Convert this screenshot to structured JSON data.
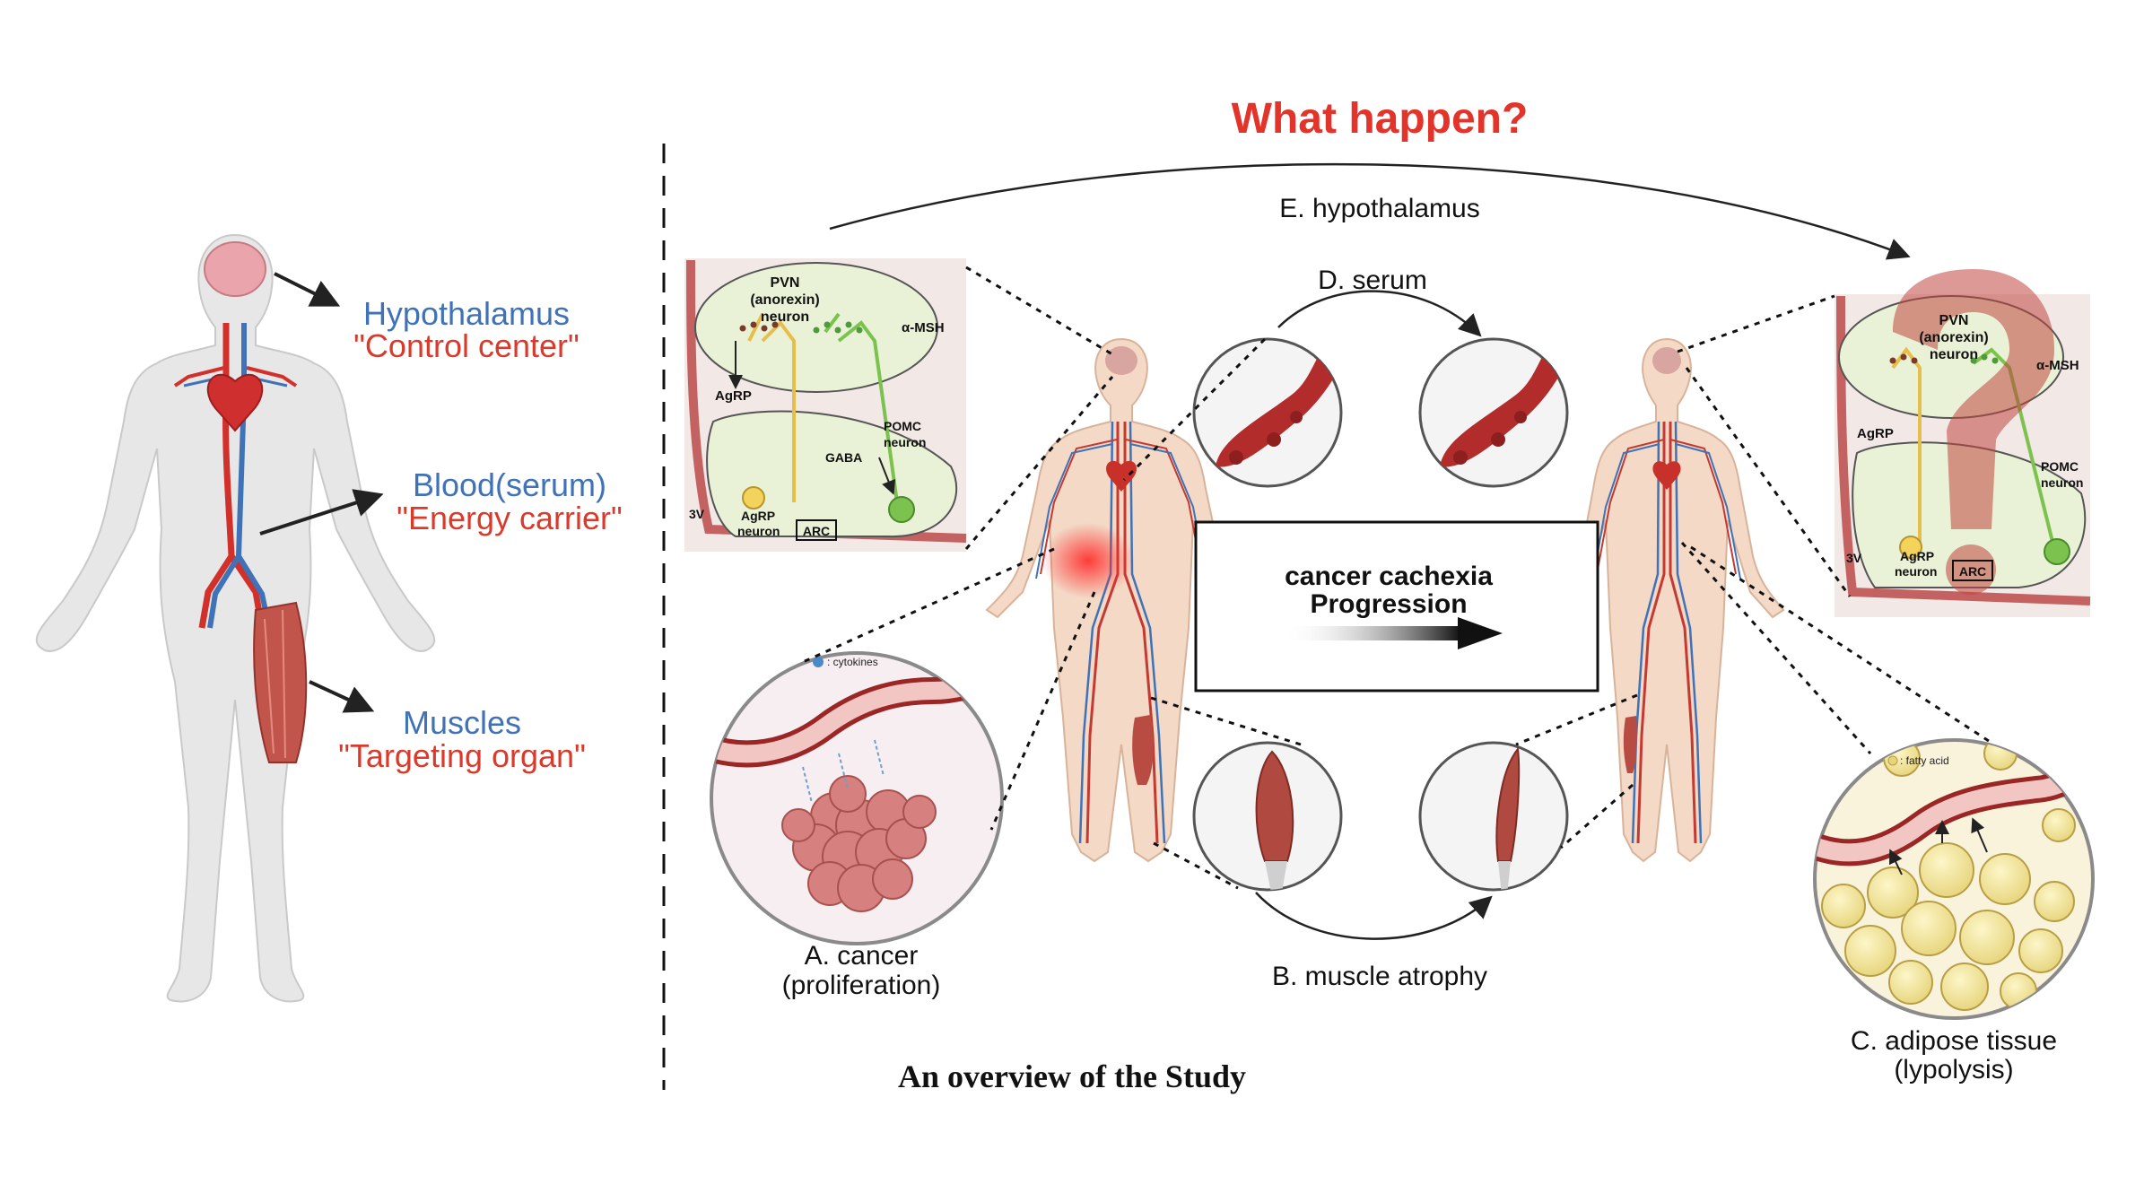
{
  "left_panel": {
    "hypothalamus": {
      "name": "Hypothalamus",
      "role": "\"Control center\""
    },
    "blood": {
      "name": "Blood(serum)",
      "role": "\"Energy carrier\""
    },
    "muscles": {
      "name": "Muscles",
      "role": "\"Targeting organ\""
    }
  },
  "right_panel": {
    "question": "What happen?",
    "hypothalamus_label": "E. hypothalamus",
    "serum_label": "D. serum",
    "progression": {
      "line1": "cancer cachexia",
      "line2": "Progression"
    },
    "cancer": {
      "line1": "A. cancer",
      "line2": "(proliferation)",
      "legend": ": cytokines"
    },
    "muscle_label": "B. muscle atrophy",
    "adipose": {
      "line1": "C. adipose tissue",
      "line2": "(lypolysis)",
      "legend": ": fatty acid"
    },
    "caption": "An overview of the Study"
  },
  "brain_inset": {
    "pvn": [
      "PVN",
      "(anorexin)",
      "neuron"
    ],
    "agrp": "AgRP",
    "msh": "α-MSH",
    "pomc": [
      "POMC",
      "neuron"
    ],
    "gaba": "GABA",
    "agrp_neuron": [
      "AgRP",
      "neuron"
    ],
    "arc": "ARC",
    "ventricle": "3V"
  },
  "colors": {
    "blue": "#3f72b6",
    "red": "#d93a2b",
    "inset_fill": "#e9f2d6",
    "inset_wall": "#c46262"
  }
}
